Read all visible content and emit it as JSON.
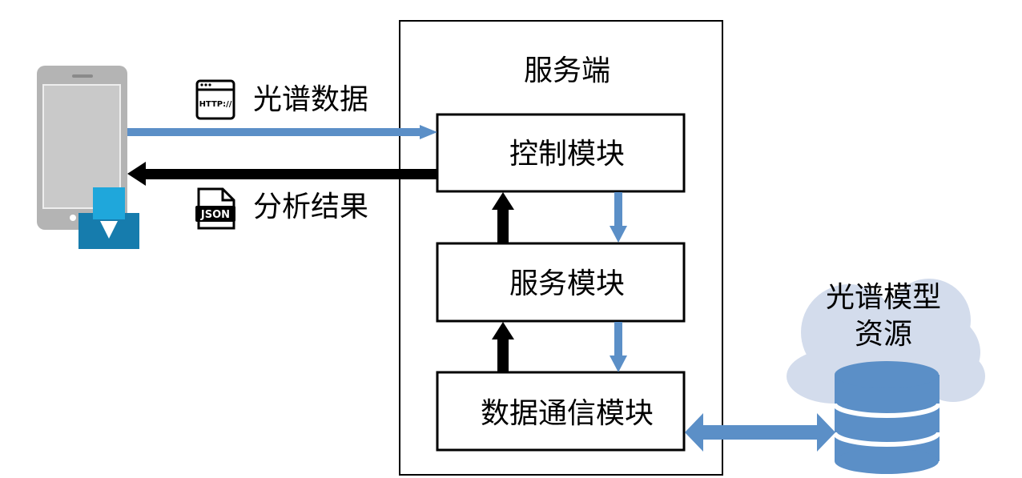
{
  "server": {
    "title": "服务端"
  },
  "modules": {
    "control": "控制模块",
    "service": "服务模块",
    "data_comm": "数据通信模块"
  },
  "flows": {
    "request_label": "光谱数据",
    "response_label": "分析结果"
  },
  "icons": {
    "http_text": "HTTP://",
    "json_text": "JSON"
  },
  "resource": {
    "line1": "光谱模型",
    "line2": "资源"
  },
  "colors": {
    "blue_arrow": "#5b8fc7",
    "black_arrow": "#000000",
    "phone_body": "#b4b4b4",
    "cloud": "#d3dcec",
    "db_blue": "#5b8fc7",
    "download_light": "#1fa7db",
    "download_dark": "#167cad"
  }
}
